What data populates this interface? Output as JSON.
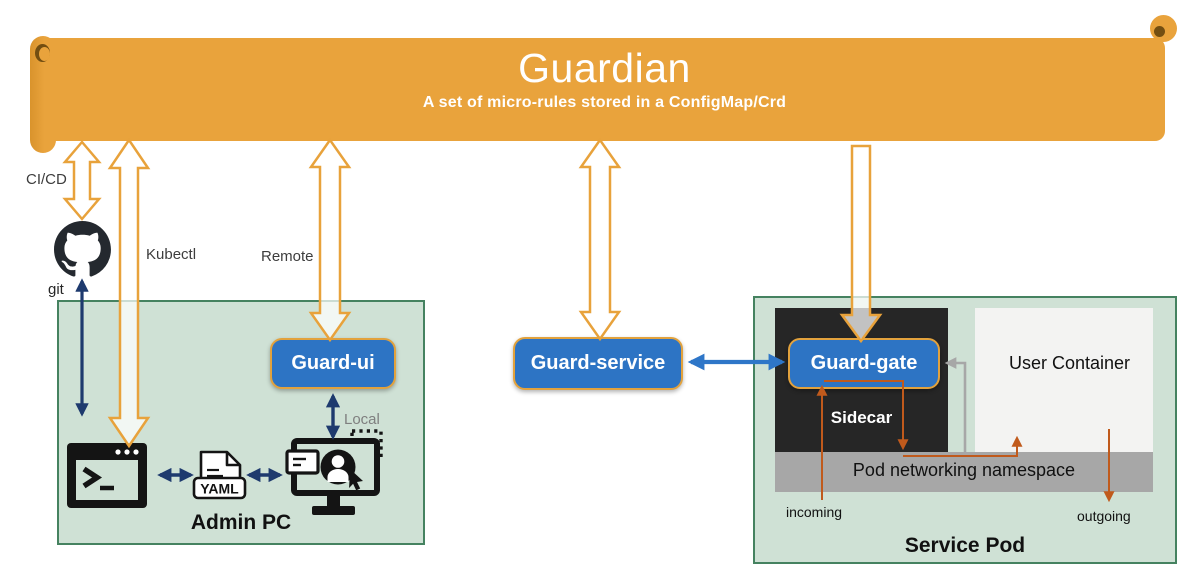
{
  "banner": {
    "title": "Guardian",
    "subtitle": "A set of micro-rules stored in a ConfigMap/Crd"
  },
  "flows": {
    "cicd": "CI/CD",
    "git": "git",
    "kubectl": "Kubectl",
    "remote": "Remote",
    "local": "Local",
    "incoming": "incoming",
    "outgoing": "outgoing"
  },
  "nodes": {
    "guard_ui": "Guard-ui",
    "guard_service": "Guard-service",
    "guard_gate": "Guard-gate",
    "admin_pc": "Admin PC",
    "service_pod": "Service Pod",
    "sidecar": "Sidecar",
    "user_container": "User Container",
    "pod_namespace": "Pod networking namespace",
    "yaml_label": "YAML"
  },
  "colors": {
    "banner_orange": "#E9A33C",
    "node_blue": "#2D74C4",
    "navy_arrow": "#1E3A6E",
    "link_blue": "#2E76C8",
    "flow_orange": "#C05A1C",
    "neutral_gray": "#A7A7A7",
    "box_green": "#CFE1D5",
    "box_border_green": "#458260",
    "sidecar_black": "#262626"
  }
}
